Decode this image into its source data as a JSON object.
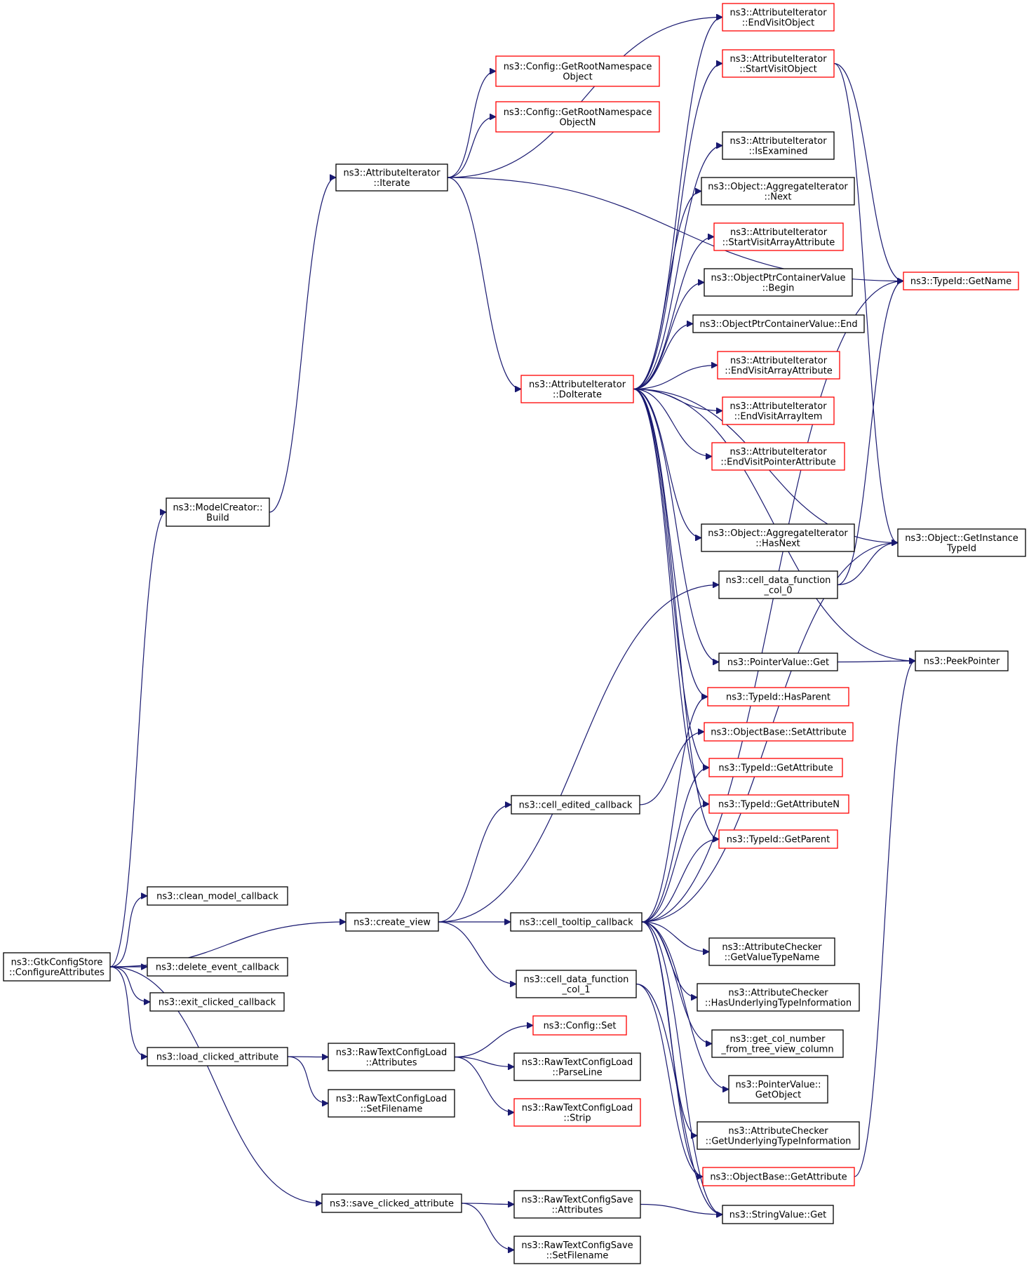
{
  "colors": {
    "edge": "#191970",
    "node_border_default": "#000000",
    "node_border_truncated": "#ff0000",
    "node_root_fill": "#bfbfbf",
    "background": "#ffffff"
  },
  "nodes": [
    {
      "id": "root",
      "lines": [
        "ns3::GtkConfigStore",
        "::ConfigureAttributes"
      ],
      "style": "root"
    },
    {
      "id": "build",
      "lines": [
        "ns3::ModelCreator::",
        "Build"
      ],
      "style": "normal"
    },
    {
      "id": "iterate",
      "lines": [
        "ns3::AttributeIterator",
        "::Iterate"
      ],
      "style": "normal"
    },
    {
      "id": "getroot",
      "lines": [
        "ns3::Config::GetRootNamespace",
        "Object"
      ],
      "style": "truncated"
    },
    {
      "id": "getrootn",
      "lines": [
        "ns3::Config::GetRootNamespace",
        "ObjectN"
      ],
      "style": "truncated"
    },
    {
      "id": "endvisitobj",
      "lines": [
        "ns3::AttributeIterator",
        "::EndVisitObject"
      ],
      "style": "truncated"
    },
    {
      "id": "startvisitobj",
      "lines": [
        "ns3::AttributeIterator",
        "::StartVisitObject"
      ],
      "style": "truncated"
    },
    {
      "id": "isexamined",
      "lines": [
        "ns3::AttributeIterator",
        "::IsExamined"
      ],
      "style": "normal"
    },
    {
      "id": "aggnext",
      "lines": [
        "ns3::Object::AggregateIterator",
        "::Next"
      ],
      "style": "normal"
    },
    {
      "id": "startvisitarr",
      "lines": [
        "ns3::AttributeIterator",
        "::StartVisitArrayAttribute"
      ],
      "style": "truncated"
    },
    {
      "id": "ptrbegin",
      "lines": [
        "ns3::ObjectPtrContainerValue",
        "::Begin"
      ],
      "style": "normal"
    },
    {
      "id": "ptrend",
      "lines": [
        "ns3::ObjectPtrContainerValue::End"
      ],
      "style": "normal"
    },
    {
      "id": "endvisitarr",
      "lines": [
        "ns3::AttributeIterator",
        "::EndVisitArrayAttribute"
      ],
      "style": "truncated"
    },
    {
      "id": "doiterate",
      "lines": [
        "ns3::AttributeIterator",
        "::DoIterate"
      ],
      "style": "truncated"
    },
    {
      "id": "endvisititem",
      "lines": [
        "ns3::AttributeIterator",
        "::EndVisitArrayItem"
      ],
      "style": "truncated"
    },
    {
      "id": "endvisitptr",
      "lines": [
        "ns3::AttributeIterator",
        "::EndVisitPointerAttribute"
      ],
      "style": "truncated"
    },
    {
      "id": "typeidgetname",
      "lines": [
        "ns3::TypeId::GetName"
      ],
      "style": "truncated"
    },
    {
      "id": "agghasnext",
      "lines": [
        "ns3::Object::AggregateIterator",
        "::HasNext"
      ],
      "style": "normal"
    },
    {
      "id": "getinsttypeid",
      "lines": [
        "ns3::Object::GetInstance",
        "TypeId"
      ],
      "style": "normal"
    },
    {
      "id": "celldata0",
      "lines": [
        "ns3::cell_data_function",
        "_col_0"
      ],
      "style": "normal"
    },
    {
      "id": "ptrvalget",
      "lines": [
        "ns3::PointerValue::Get"
      ],
      "style": "normal"
    },
    {
      "id": "peekptr",
      "lines": [
        "ns3::PeekPointer"
      ],
      "style": "normal"
    },
    {
      "id": "hasparent",
      "lines": [
        "ns3::TypeId::HasParent"
      ],
      "style": "truncated"
    },
    {
      "id": "objbasesetattr",
      "lines": [
        "ns3::ObjectBase::SetAttribute"
      ],
      "style": "truncated"
    },
    {
      "id": "typeidgetattr",
      "lines": [
        "ns3::TypeId::GetAttribute"
      ],
      "style": "truncated"
    },
    {
      "id": "celledited",
      "lines": [
        "ns3::cell_edited_callback"
      ],
      "style": "normal"
    },
    {
      "id": "typeidgetattrn",
      "lines": [
        "ns3::TypeId::GetAttributeN"
      ],
      "style": "truncated"
    },
    {
      "id": "typeidgetparent",
      "lines": [
        "ns3::TypeId::GetParent"
      ],
      "style": "truncated"
    },
    {
      "id": "cleanmodel",
      "lines": [
        "ns3::clean_model_callback"
      ],
      "style": "normal"
    },
    {
      "id": "createview",
      "lines": [
        "ns3::create_view"
      ],
      "style": "normal"
    },
    {
      "id": "celltooltip",
      "lines": [
        "ns3::cell_tooltip_callback"
      ],
      "style": "normal"
    },
    {
      "id": "checkergetvalue",
      "lines": [
        "ns3::AttributeChecker",
        "::GetValueTypeName"
      ],
      "style": "normal"
    },
    {
      "id": "deleteevent",
      "lines": [
        "ns3::delete_event_callback"
      ],
      "style": "normal"
    },
    {
      "id": "celldata1",
      "lines": [
        "ns3::cell_data_function",
        "_col_1"
      ],
      "style": "normal"
    },
    {
      "id": "checkerhasunder",
      "lines": [
        "ns3::AttributeChecker",
        "::HasUnderlyingTypeInformation"
      ],
      "style": "normal"
    },
    {
      "id": "exitclicked",
      "lines": [
        "ns3::exit_clicked_callback"
      ],
      "style": "normal"
    },
    {
      "id": "configset",
      "lines": [
        "ns3::Config::Set"
      ],
      "style": "truncated"
    },
    {
      "id": "getcolnumber",
      "lines": [
        "ns3::get_col_number",
        "_from_tree_view_column"
      ],
      "style": "normal"
    },
    {
      "id": "loadclicked",
      "lines": [
        "ns3::load_clicked_attribute"
      ],
      "style": "normal"
    },
    {
      "id": "rawloadattrs",
      "lines": [
        "ns3::RawTextConfigLoad",
        "::Attributes"
      ],
      "style": "normal"
    },
    {
      "id": "rawloadparse",
      "lines": [
        "ns3::RawTextConfigLoad",
        "::ParseLine"
      ],
      "style": "normal"
    },
    {
      "id": "ptrvalgetobj",
      "lines": [
        "ns3::PointerValue::",
        "GetObject"
      ],
      "style": "normal"
    },
    {
      "id": "rawloadsetfile",
      "lines": [
        "ns3::RawTextConfigLoad",
        "::SetFilename"
      ],
      "style": "normal"
    },
    {
      "id": "rawloadstrip",
      "lines": [
        "ns3::RawTextConfigLoad",
        "::Strip"
      ],
      "style": "truncated"
    },
    {
      "id": "checkergetunder",
      "lines": [
        "ns3::AttributeChecker",
        "::GetUnderlyingTypeInformation"
      ],
      "style": "normal"
    },
    {
      "id": "objbasegetattr",
      "lines": [
        "ns3::ObjectBase::GetAttribute"
      ],
      "style": "truncated"
    },
    {
      "id": "saveclicked",
      "lines": [
        "ns3::save_clicked_attribute"
      ],
      "style": "normal"
    },
    {
      "id": "rawsaveattrs",
      "lines": [
        "ns3::RawTextConfigSave",
        "::Attributes"
      ],
      "style": "normal"
    },
    {
      "id": "stringvalget",
      "lines": [
        "ns3::StringValue::Get"
      ],
      "style": "normal"
    },
    {
      "id": "rawsavesetfile",
      "lines": [
        "ns3::RawTextConfigSave",
        "::SetFilename"
      ],
      "style": "normal"
    }
  ],
  "edges": [
    [
      "root",
      "build"
    ],
    [
      "root",
      "cleanmodel"
    ],
    [
      "root",
      "createview"
    ],
    [
      "root",
      "deleteevent"
    ],
    [
      "root",
      "exitclicked"
    ],
    [
      "root",
      "loadclicked"
    ],
    [
      "root",
      "saveclicked"
    ],
    [
      "build",
      "iterate"
    ],
    [
      "iterate",
      "getroot"
    ],
    [
      "iterate",
      "getrootn"
    ],
    [
      "iterate",
      "endvisitobj"
    ],
    [
      "iterate",
      "typeidgetname"
    ],
    [
      "iterate",
      "doiterate"
    ],
    [
      "doiterate",
      "endvisitobj"
    ],
    [
      "doiterate",
      "startvisitobj"
    ],
    [
      "doiterate",
      "isexamined"
    ],
    [
      "doiterate",
      "aggnext"
    ],
    [
      "doiterate",
      "startvisitarr"
    ],
    [
      "doiterate",
      "ptrbegin"
    ],
    [
      "doiterate",
      "ptrend"
    ],
    [
      "doiterate",
      "endvisitarr"
    ],
    [
      "doiterate",
      "endvisititem"
    ],
    [
      "doiterate",
      "endvisitptr"
    ],
    [
      "doiterate",
      "getinsttypeid"
    ],
    [
      "doiterate",
      "agghasnext"
    ],
    [
      "doiterate",
      "peekptr"
    ],
    [
      "doiterate",
      "ptrvalget"
    ],
    [
      "doiterate",
      "hasparent"
    ],
    [
      "doiterate",
      "typeidgetattr"
    ],
    [
      "doiterate",
      "typeidgetattrn"
    ],
    [
      "doiterate",
      "typeidgetparent"
    ],
    [
      "startvisitobj",
      "typeidgetname"
    ],
    [
      "startvisitobj",
      "getinsttypeid"
    ],
    [
      "celldata0",
      "getinsttypeid"
    ],
    [
      "celldata0",
      "typeidgetname"
    ],
    [
      "ptrvalget",
      "peekptr"
    ],
    [
      "createview",
      "celldata0"
    ],
    [
      "createview",
      "celledited"
    ],
    [
      "createview",
      "celltooltip"
    ],
    [
      "createview",
      "celldata1"
    ],
    [
      "celledited",
      "objbasesetattr"
    ],
    [
      "celltooltip",
      "hasparent"
    ],
    [
      "celltooltip",
      "typeidgetattr"
    ],
    [
      "celltooltip",
      "typeidgetattrn"
    ],
    [
      "celltooltip",
      "typeidgetparent"
    ],
    [
      "celltooltip",
      "getinsttypeid"
    ],
    [
      "celltooltip",
      "typeidgetname"
    ],
    [
      "celltooltip",
      "checkergetvalue"
    ],
    [
      "celltooltip",
      "checkerhasunder"
    ],
    [
      "celltooltip",
      "getcolnumber"
    ],
    [
      "celltooltip",
      "ptrvalgetobj"
    ],
    [
      "celltooltip",
      "checkergetunder"
    ],
    [
      "celltooltip",
      "objbasegetattr"
    ],
    [
      "celltooltip",
      "stringvalget"
    ],
    [
      "celldata1",
      "objbasegetattr"
    ],
    [
      "celldata1",
      "stringvalget"
    ],
    [
      "objbasegetattr",
      "peekptr"
    ],
    [
      "loadclicked",
      "rawloadattrs"
    ],
    [
      "loadclicked",
      "rawloadsetfile"
    ],
    [
      "rawloadattrs",
      "configset"
    ],
    [
      "rawloadattrs",
      "rawloadparse"
    ],
    [
      "rawloadattrs",
      "rawloadstrip"
    ],
    [
      "saveclicked",
      "rawsaveattrs"
    ],
    [
      "saveclicked",
      "rawsavesetfile"
    ],
    [
      "rawsaveattrs",
      "stringvalget"
    ]
  ]
}
